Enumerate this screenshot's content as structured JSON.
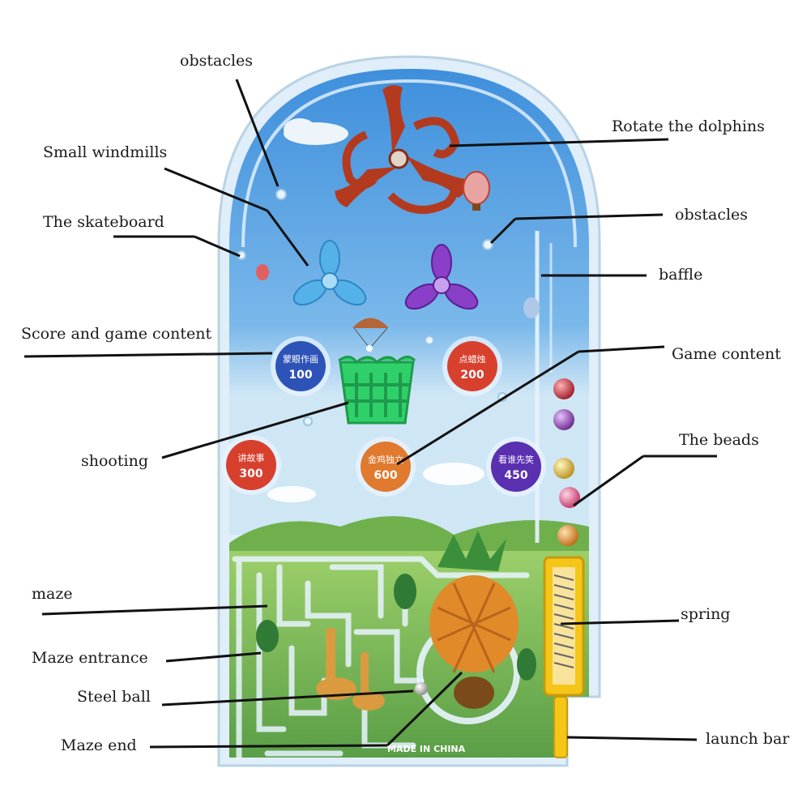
{
  "labels": {
    "obstacles_top": "obstacles",
    "rotate_dolphins": "Rotate the dolphins",
    "small_windmills": "Small windmills",
    "obstacles_right": "obstacles",
    "skateboard": "The skateboard",
    "baffle": "baffle",
    "score_game_content": "Score and game content",
    "game_content": "Game content",
    "the_beads": "The beads",
    "shooting": "shooting",
    "maze": "maze",
    "spring": "spring",
    "maze_entrance": "Maze entrance",
    "steel_ball": "Steel ball",
    "maze_end": "Maze end",
    "launch_bar": "launch bar"
  },
  "score_balloons": [
    {
      "caption": "蒙眼作画",
      "score": "100",
      "color": "#2e53b8"
    },
    {
      "caption": "点蜡烛",
      "score": "200",
      "color": "#d8402e"
    },
    {
      "caption": "讲故事",
      "score": "300",
      "color": "#d8402e"
    },
    {
      "caption": "金鸡独立",
      "score": "600",
      "color": "#e07a2e"
    },
    {
      "caption": "看谁先笑",
      "score": "450",
      "color": "#5a2fb0"
    }
  ],
  "toy_stamp": "MADE IN CHINA",
  "colors": {
    "sky": "#4a9be0",
    "grass": "#7bbf5a",
    "dolphin": "#b33a1f",
    "windmill_left": "#55b2e8",
    "windmill_right": "#8a3fc9",
    "basket": "#2fd06a",
    "launcher": "#f5c518"
  }
}
